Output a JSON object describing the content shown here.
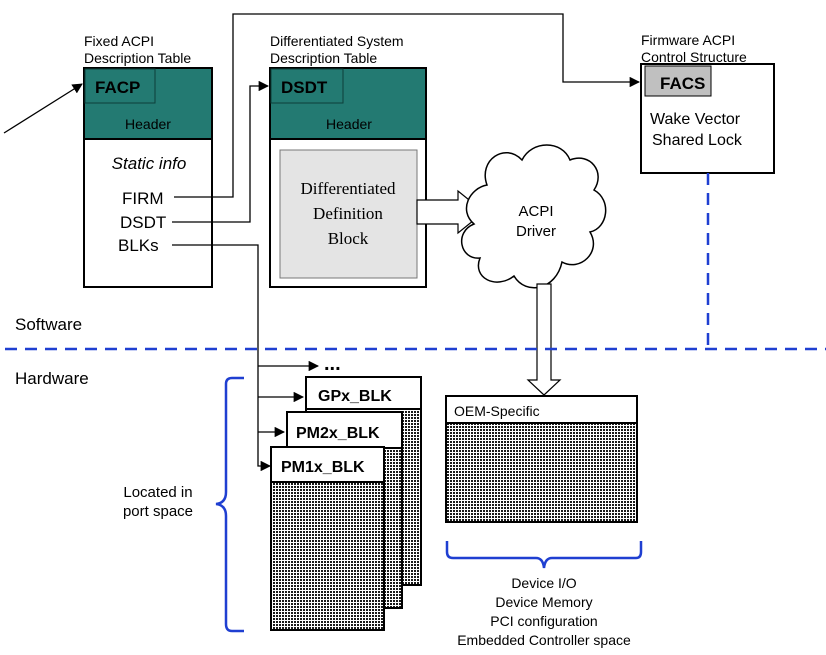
{
  "facp": {
    "caption_line1": "Fixed ACPI",
    "caption_line2": "Description Table",
    "tab": "FACP",
    "header": "Header",
    "static_info": "Static info",
    "fields": [
      "FIRM",
      "DSDT",
      "BLKs"
    ]
  },
  "dsdt": {
    "caption_line1": "Differentiated System",
    "caption_line2": "Description Table",
    "tab": "DSDT",
    "header": "Header",
    "block_line1": "Differentiated",
    "block_line2": "Definition",
    "block_line3": "Block"
  },
  "facs": {
    "caption_line1": "Firmware ACPI",
    "caption_line2": "Control Structure",
    "tab": "FACS",
    "line1": "Wake Vector",
    "line2": "Shared Lock"
  },
  "driver": {
    "line1": "ACPI",
    "line2": "Driver"
  },
  "zones": {
    "software": "Software",
    "hardware": "Hardware"
  },
  "blocks": {
    "gpx": "GPx_BLK",
    "pm2x": "PM2x_BLK",
    "pm1x": "PM1x_BLK",
    "more": "..."
  },
  "port_space": {
    "line1": "Located in",
    "line2": "port space"
  },
  "oem": {
    "label": "OEM-Specific"
  },
  "device_list": [
    "Device I/O",
    "Device Memory",
    "PCI configuration",
    "Embedded Controller space"
  ],
  "colors": {
    "teal": "#237a72",
    "divider_blue": "#1f3fd1",
    "tab_gray": "#c0c0c0",
    "block_gray": "#e4e4e4"
  }
}
